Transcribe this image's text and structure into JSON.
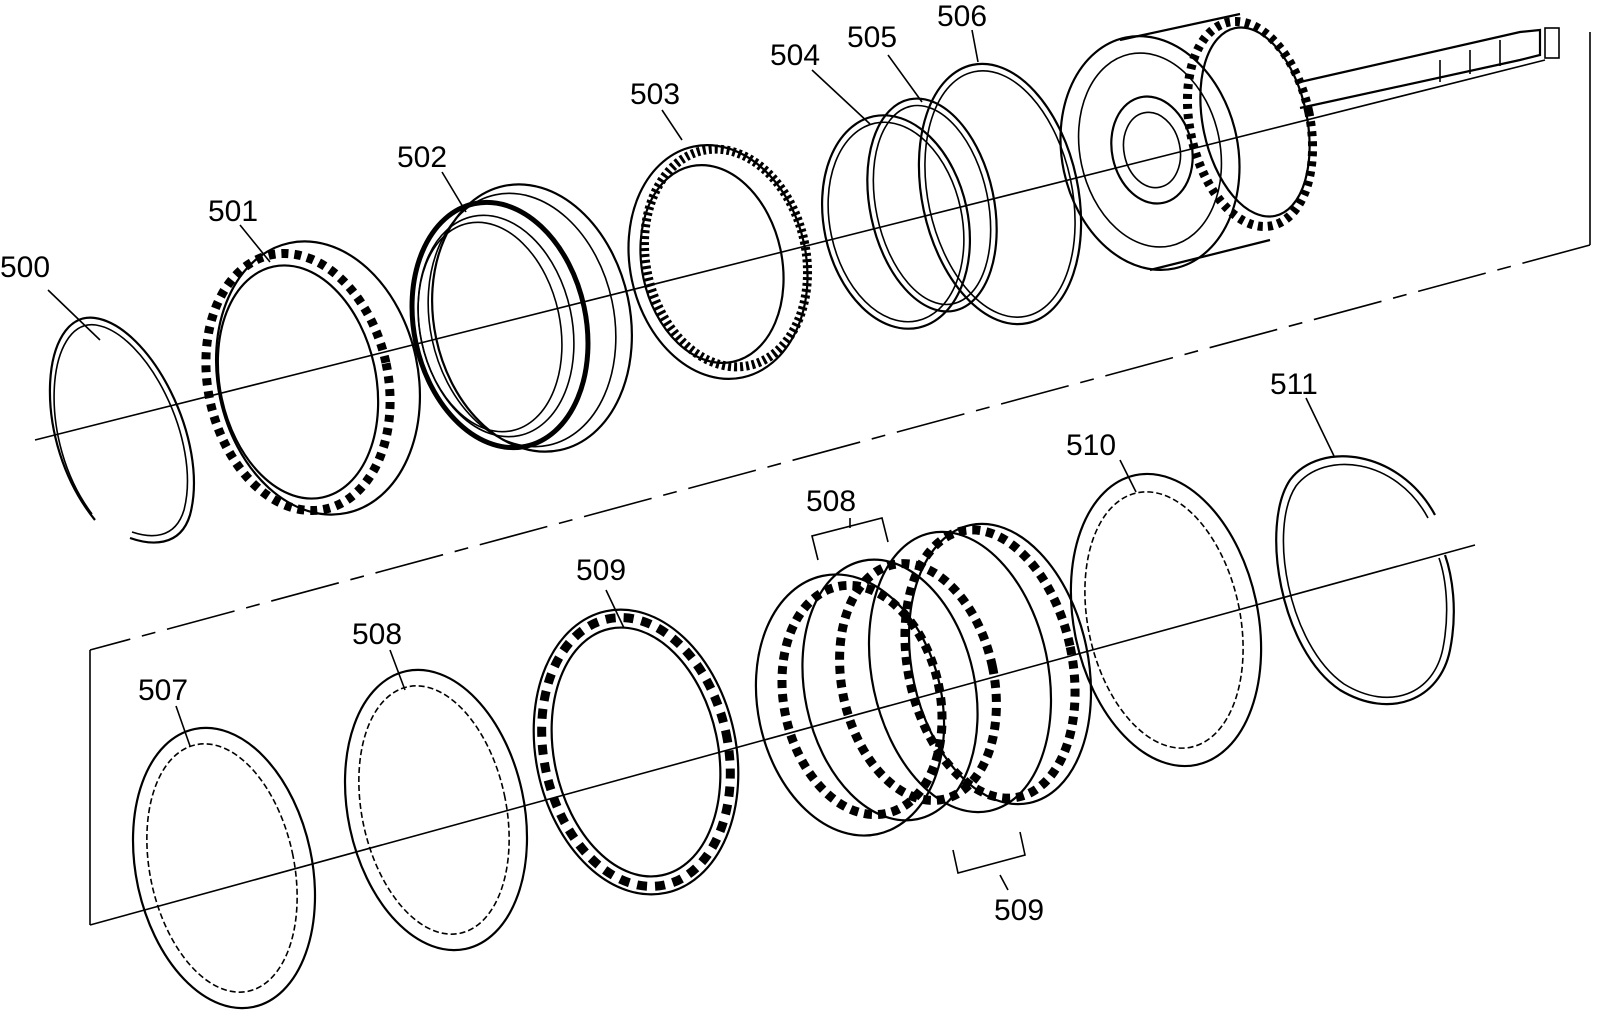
{
  "labels": {
    "p500": "500",
    "p501": "501",
    "p502": "502",
    "p503": "503",
    "p504": "504",
    "p505": "505",
    "p506": "506",
    "p507": "507",
    "p508a": "508",
    "p508b": "508",
    "p509a": "509",
    "p509b": "509",
    "p510": "510",
    "p511": "511"
  }
}
